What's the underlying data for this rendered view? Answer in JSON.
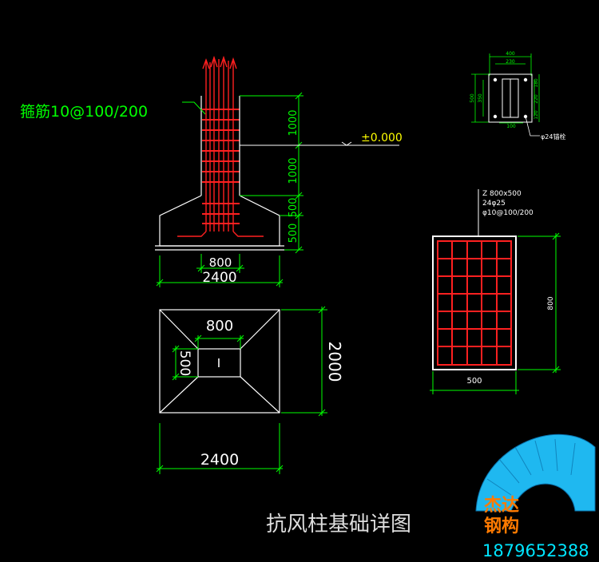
{
  "elevation": {
    "stirrup_label": "箍筋10@100/200",
    "dim_upper": "1000",
    "dim_middle": "1000",
    "dim_taper": "500",
    "dim_base": "500",
    "level_mark": "±0.000",
    "dim_column_width": "800",
    "dim_footing_width": "2400"
  },
  "plan": {
    "dim_column_x": "800",
    "dim_column_y": "500",
    "dim_depth": "2000",
    "dim_width": "2400"
  },
  "detail_small": {
    "dims_top": [
      "400",
      "230"
    ],
    "dims_left": [
      "500",
      "350"
    ],
    "dims_right": [
      "180",
      "220",
      "120"
    ],
    "dims_bottom": [
      "100"
    ],
    "bolt_label": "φ24锚栓"
  },
  "section": {
    "title_line1": "Z  800x500",
    "title_line2": "24φ25",
    "title_line3": "φ10@100/200",
    "dim_height": "800",
    "dim_width": "500"
  },
  "caption": "抗风柱基础详图",
  "watermark": {
    "brand_line1": "杰达",
    "brand_line2": "钢构",
    "phone": "1879652388"
  }
}
